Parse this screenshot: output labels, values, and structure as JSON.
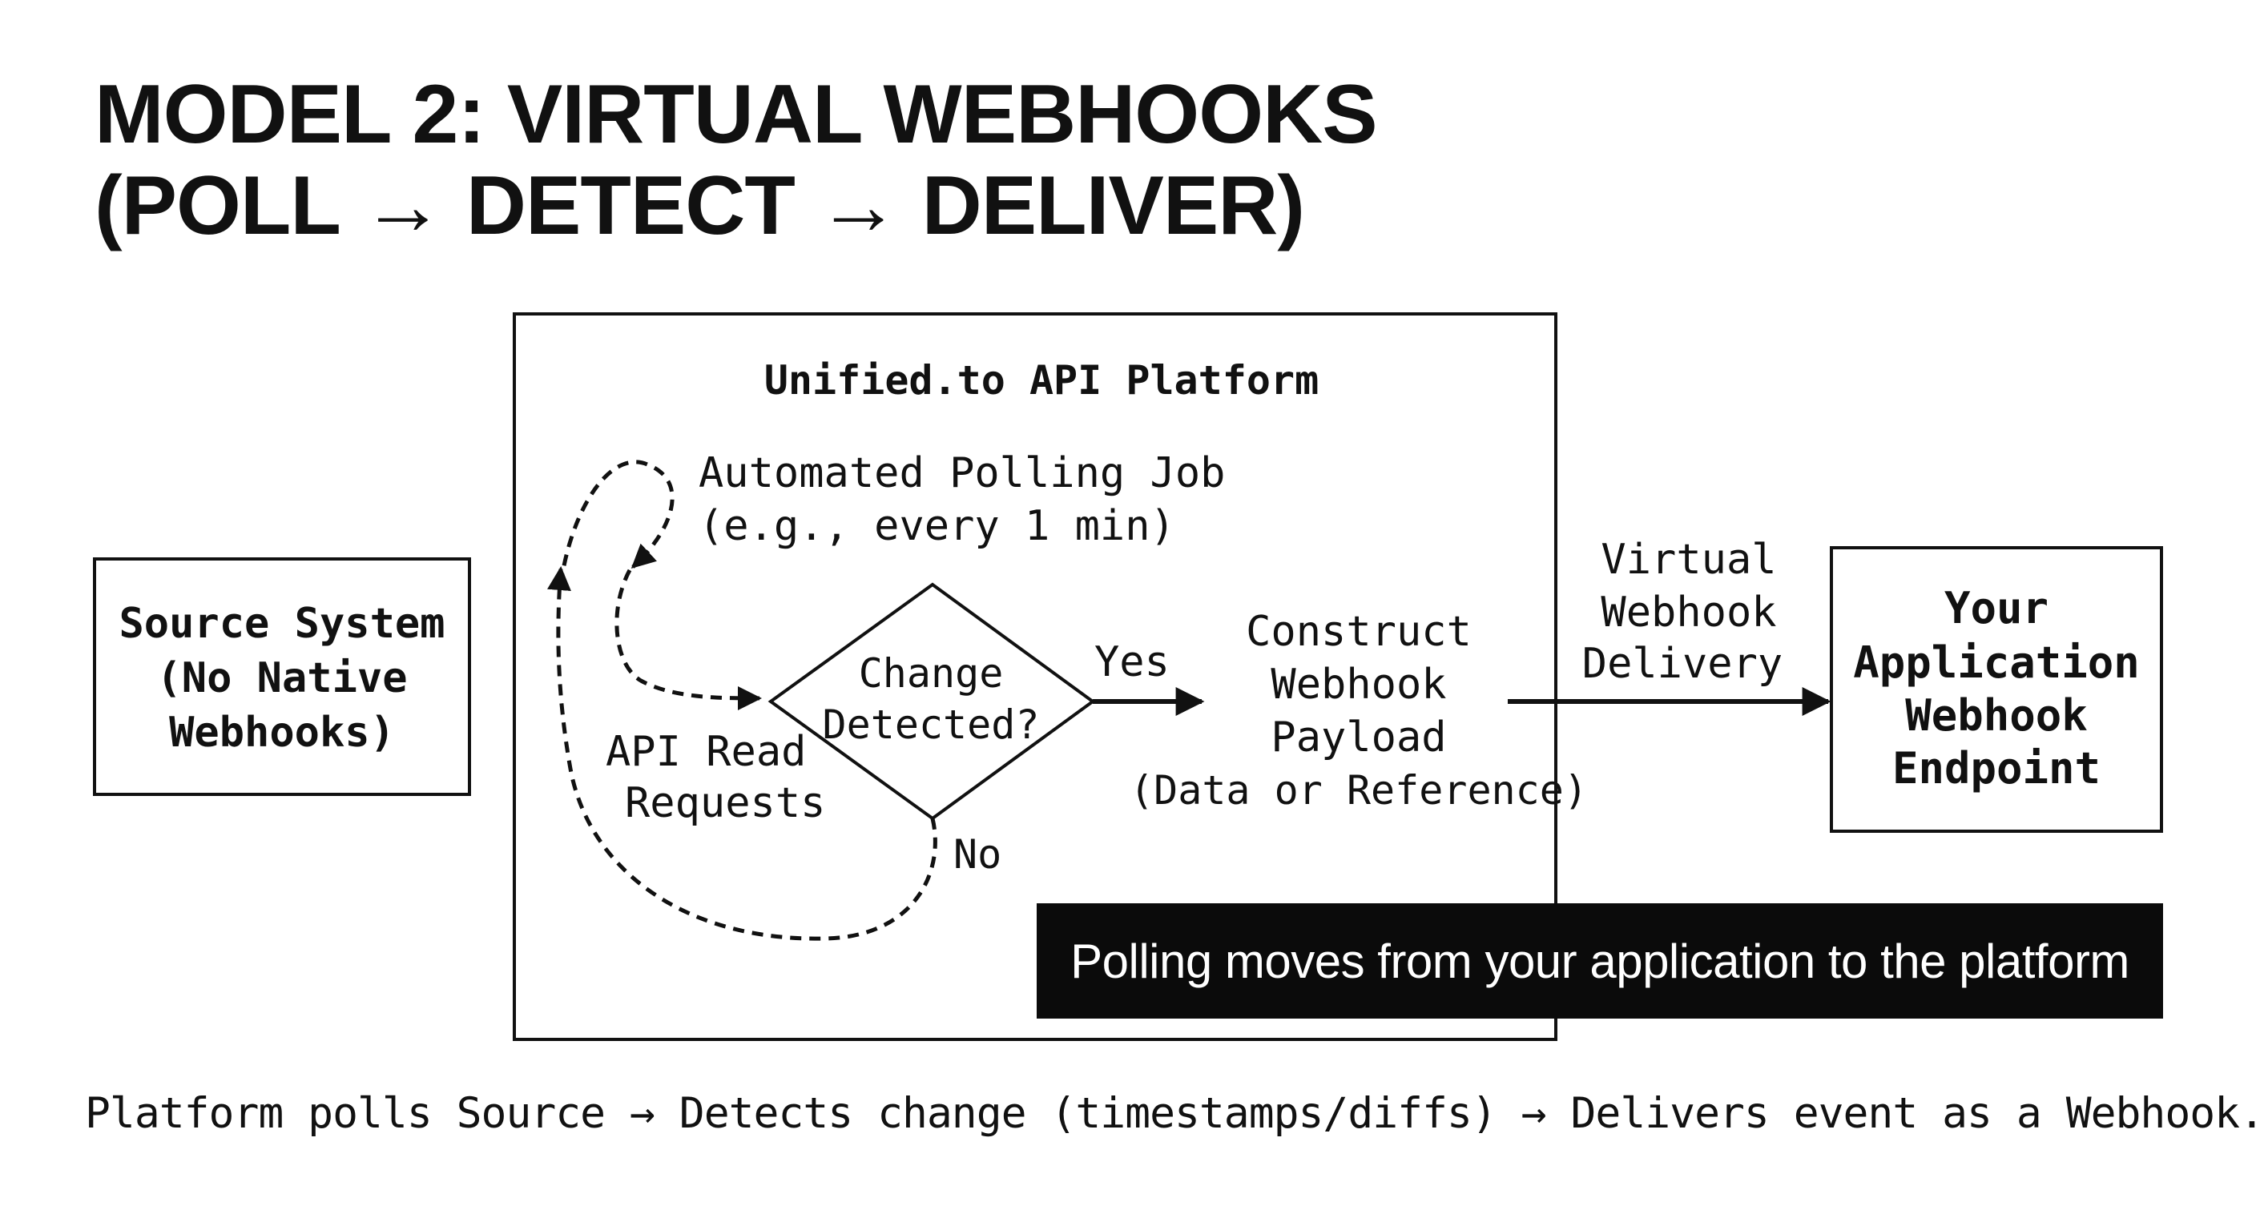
{
  "title": {
    "line1": "MODEL 2: VIRTUAL WEBHOOKS",
    "line2": "(POLL → DETECT → DELIVER)"
  },
  "source_system": {
    "line1": "Source System",
    "line2": "(No Native",
    "line3": "Webhooks)"
  },
  "platform": {
    "label": "Unified.to API Platform",
    "polling_job_line1": "Automated Polling Job",
    "polling_job_line2": "(e.g., every 1 min)",
    "decision_line1": "Change",
    "decision_line2": "Detected?",
    "yes_label": "Yes",
    "no_label": "No",
    "read_requests_line1": "API Read",
    "read_requests_line2": "Requests",
    "construct_line1": "Construct",
    "construct_line2": "Webhook",
    "construct_line3": "Payload",
    "construct_line4": "(Data or Reference)"
  },
  "delivery": {
    "line1": "Virtual",
    "line2": "Webhook",
    "line3": "Delivery"
  },
  "destination": {
    "line1": "Your",
    "line2": "Application",
    "line3": "Webhook",
    "line4": "Endpoint"
  },
  "banner": "Polling moves from your application to the platform",
  "caption": "Platform polls Source → Detects change (timestamps/diffs) → Delivers event as a Webhook."
}
